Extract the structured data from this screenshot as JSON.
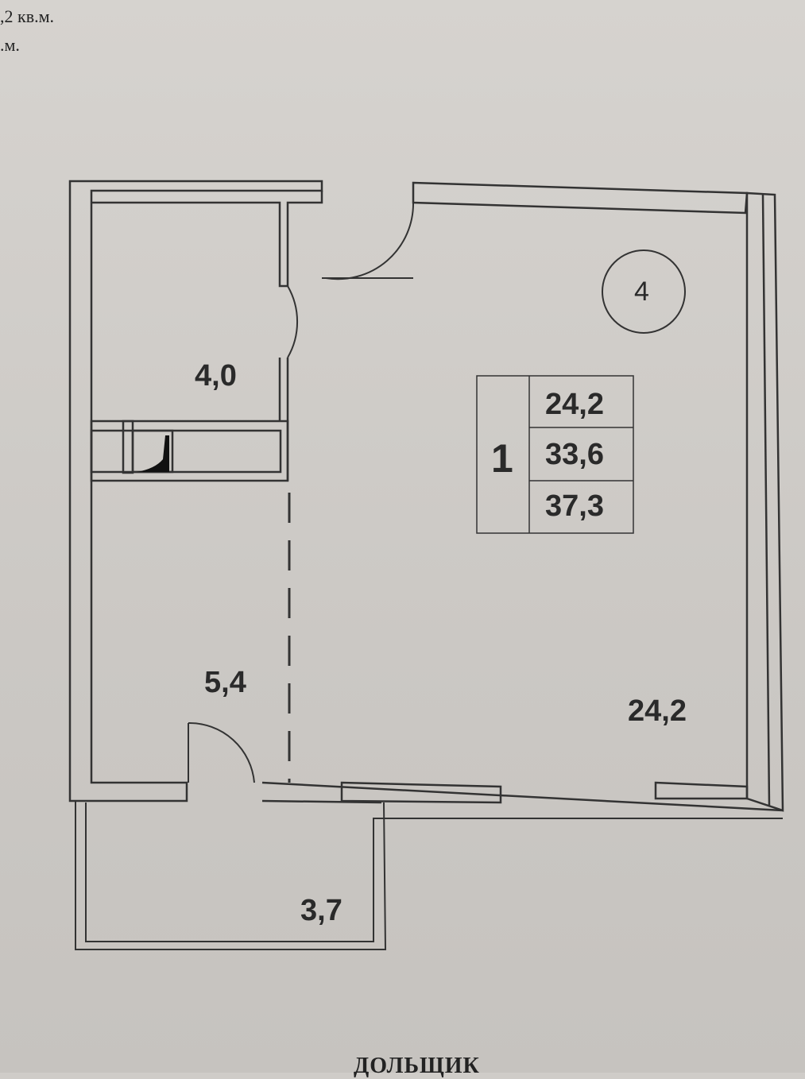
{
  "header": {
    "line1": ",2 кв.м.",
    "line2": ".м."
  },
  "plan": {
    "apartment_number": "4",
    "rooms_count": "1",
    "summary": {
      "living_area": "24,2",
      "total_area": "33,6",
      "total_with_balcony": "37,3"
    },
    "rooms": {
      "bathroom": "4,0",
      "hallway": "5,4",
      "living_room": "24,2",
      "balcony": "3,7"
    }
  },
  "footer": {
    "signature_label": "ДОЛЬЩИК"
  }
}
